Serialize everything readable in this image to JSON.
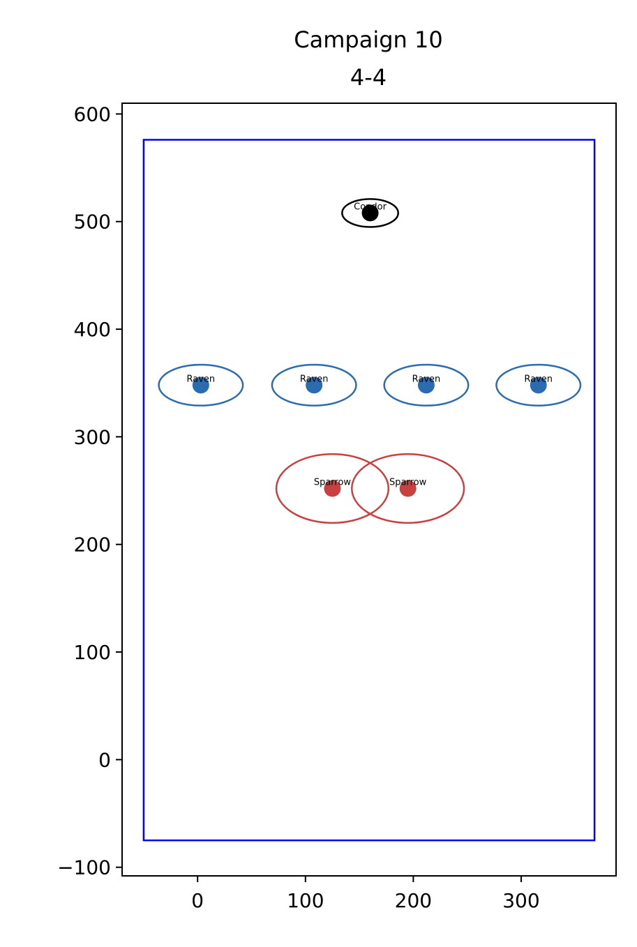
{
  "chart_data": {
    "type": "scatter",
    "title": "Campaign 10",
    "subtitle": "4-4",
    "xlabel": "",
    "ylabel": "",
    "xlim": [
      -70,
      388
    ],
    "ylim": [
      -108,
      610
    ],
    "x_ticks": [
      0,
      100,
      200,
      300
    ],
    "y_ticks": [
      -100,
      0,
      100,
      200,
      300,
      400,
      500,
      600
    ],
    "x_tick_labels": [
      "0",
      "100",
      "200",
      "300"
    ],
    "y_tick_labels": [
      "−100",
      "0",
      "100",
      "200",
      "300",
      "400",
      "500",
      "600"
    ],
    "grid": false,
    "boundary": {
      "x0": -50,
      "y0": -75,
      "x1": 368,
      "y1": 576,
      "color": "#0000ff"
    },
    "colors": {
      "condor": "#000000",
      "raven": "#2b6cb0",
      "sparrow": "#c94040"
    },
    "points": [
      {
        "label": "Condor",
        "x": 160,
        "y": 508,
        "rx": 26,
        "ry": 13,
        "color": "#000000"
      },
      {
        "label": "Raven",
        "x": 3,
        "y": 348,
        "rx": 39,
        "ry": 19,
        "color": "#2b6cb0"
      },
      {
        "label": "Raven",
        "x": 108,
        "y": 348,
        "rx": 39,
        "ry": 19,
        "color": "#2b6cb0"
      },
      {
        "label": "Raven",
        "x": 212,
        "y": 348,
        "rx": 39,
        "ry": 19,
        "color": "#2b6cb0"
      },
      {
        "label": "Raven",
        "x": 316,
        "y": 348,
        "rx": 39,
        "ry": 19,
        "color": "#2b6cb0"
      },
      {
        "label": "Sparrow",
        "x": 125,
        "y": 252,
        "rx": 52,
        "ry": 32,
        "color": "#c94040"
      },
      {
        "label": "Sparrow",
        "x": 195,
        "y": 252,
        "rx": 52,
        "ry": 32,
        "color": "#c94040"
      }
    ]
  }
}
